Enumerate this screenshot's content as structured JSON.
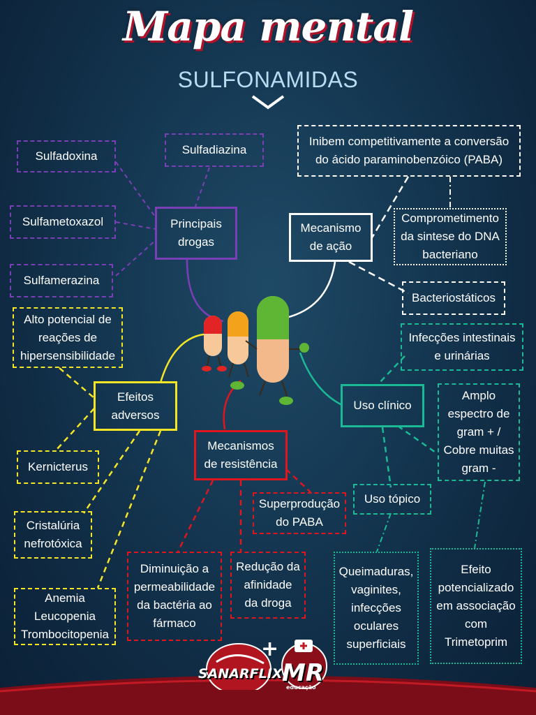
{
  "title": "Mapa mental",
  "subtitle": "SULFONAMIDAS",
  "nodes": {
    "sulfadoxina": "Sulfadoxina",
    "sulfadiazina": "Sulfadiazina",
    "sulfametoxazol": "Sulfametoxazol",
    "sulfamerazina": "Sulfamerazina",
    "principais_drogas": "Principais drogas",
    "inibem": "Inibem competitivamente a conversão do ácido paraminobenzóico (PABA)",
    "mecanismo_acao": "Mecanismo de ação",
    "comprometimento": "Comprometimento da sintese do DNA bacteriano",
    "bacteriostaticos": "Bacteriostáticos",
    "alto_potencial": "Alto potencial de reações de hipersensibilidade",
    "efeitos_adversos": "Efeitos adversos",
    "kernicterus": "Kernicterus",
    "cristaluria": "Cristalúria nefrotóxica",
    "anemia": "Anemia Leucopenia Trombocitopenia",
    "mecanismos_resistencia": "Mecanismos de resistência",
    "superproducao": "Superprodução do PABA",
    "diminuicao": "Diminuição a permeabilidade da bactéria ao fármaco",
    "reducao": "Redução da afinidade da droga",
    "infeccoes": "Infecções intestinais e urinárias",
    "uso_clinico": "Uso clínico",
    "amplo_espectro": "Amplo espectro de gram + / Cobre muitas gram -",
    "uso_topico": "Uso tópico",
    "queimaduras": "Queimaduras, vaginites, infecções oculares superficiais",
    "efeito_potencializado": "Efeito potencializado em associação com Trimetoprim"
  },
  "logos": {
    "sanarflix": "SANARFLIX",
    "plus": "+",
    "mr": "MR",
    "mr_sub": "educação"
  },
  "colors": {
    "purple": "#7a3fb6",
    "white": "#ffffff",
    "yellow": "#f4e526",
    "red": "#e0161f",
    "teal": "#1bb995",
    "title_shadow": "#b0122a",
    "subtitle": "#b8dcf0"
  }
}
